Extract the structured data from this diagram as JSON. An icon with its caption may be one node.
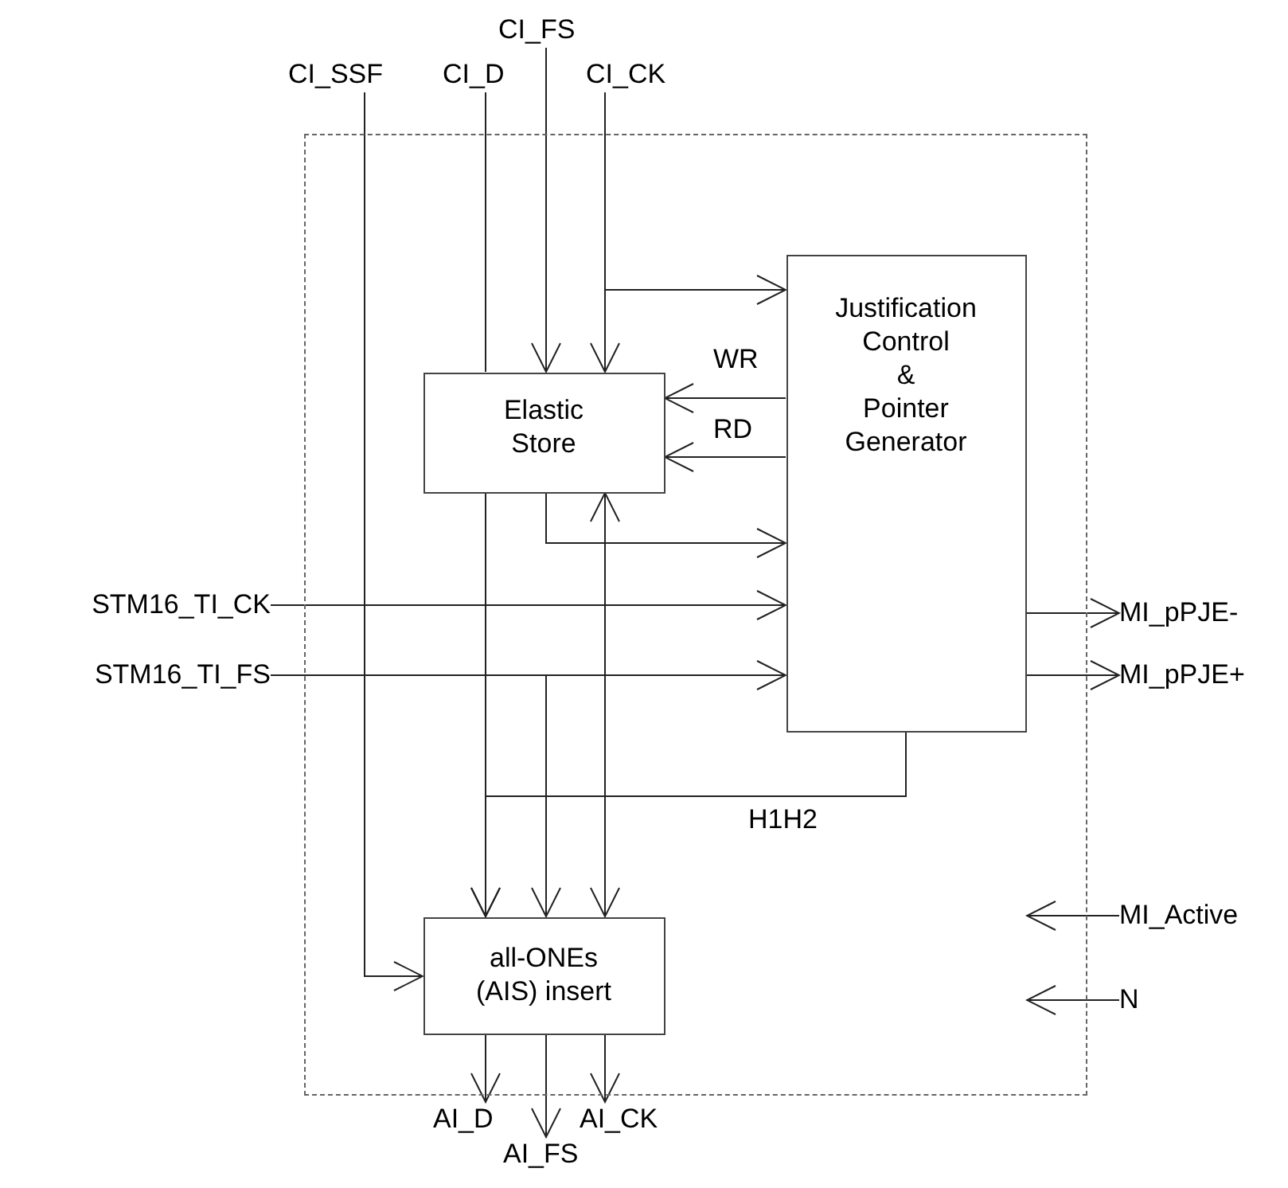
{
  "diagram": {
    "nodes": [
      {
        "text": [],
        "shape": "box"
      },
      {
        "text": [
          "CI_SSF"
        ]
      },
      {
        "text": [
          "CI_D"
        ]
      },
      {
        "text": [
          "CI_FS"
        ]
      },
      {
        "text": [
          "CI_CK"
        ]
      },
      {
        "text": [
          "Elastic Store"
        ],
        "in": 0
      },
      {
        "text": [
          "Justification Control & Pointer Generator"
        ],
        "in": 0
      },
      {
        "text": [
          "STM16_TI_CK"
        ]
      },
      {
        "text": [
          "STM16_TI_FS"
        ]
      },
      {
        "text": [
          "MI_pPJE-"
        ]
      },
      {
        "text": [
          "MI_pPJE+"
        ]
      },
      {
        "text": [
          "all-ONEs (AIS) insert"
        ],
        "in": 0
      },
      {
        "text": [
          "MI_Active"
        ]
      },
      {
        "text": [
          "N"
        ]
      },
      {
        "text": [
          "AI_D"
        ]
      },
      {
        "text": [
          "AI_FS"
        ]
      },
      {
        "text": [
          "AI_CK"
        ]
      }
    ],
    "edges": [
      {
        "from": 1,
        "to": 11,
        "arrow": "to"
      },
      {
        "from": 2,
        "to": 5,
        "arrow": "none"
      },
      {
        "from": 3,
        "to": 5,
        "arrow": "to"
      },
      {
        "from": 4,
        "to": 5,
        "arrow": "to"
      },
      {
        "from": 4,
        "to": 6,
        "arrow": "to"
      },
      {
        "from": 6,
        "to": 5,
        "arrow": "to",
        "label": "WR"
      },
      {
        "from": 6,
        "to": 5,
        "arrow": "to",
        "label": "RD"
      },
      {
        "from": 5,
        "to": 6,
        "arrow": "to"
      },
      {
        "from": 5,
        "to": 11,
        "arrow": "to"
      },
      {
        "from": 7,
        "to": 5,
        "arrow": "to"
      },
      {
        "from": 7,
        "to": 6,
        "arrow": "to"
      },
      {
        "from": 7,
        "to": 11,
        "arrow": "to"
      },
      {
        "from": 8,
        "to": 6,
        "arrow": "to"
      },
      {
        "from": 8,
        "to": 11,
        "arrow": "to"
      },
      {
        "from": 6,
        "to": 9,
        "arrow": "to"
      },
      {
        "from": 6,
        "to": 10,
        "arrow": "to"
      },
      {
        "from": 6,
        "to": 11,
        "arrow": "to",
        "label": "H1H2"
      },
      {
        "from": 12,
        "to": null,
        "arrow": "to"
      },
      {
        "from": 13,
        "to": null,
        "arrow": "to"
      },
      {
        "from": 11,
        "to": 14,
        "arrow": "to"
      },
      {
        "from": 11,
        "to": 15,
        "arrow": "to"
      },
      {
        "from": 11,
        "to": 16,
        "arrow": "to"
      }
    ]
  }
}
